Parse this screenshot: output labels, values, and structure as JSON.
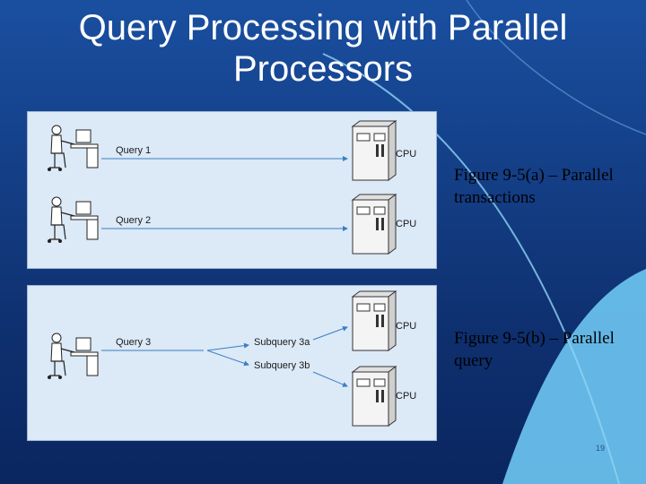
{
  "slide": {
    "title": "Query Processing with Parallel Processors",
    "page_number": "19"
  },
  "figure_a": {
    "caption": "Figure 9-5(a) – Parallel transactions",
    "query_1": "Query 1",
    "query_2": "Query 2",
    "cpu_1": "CPU",
    "cpu_2": "CPU"
  },
  "figure_b": {
    "caption": "Figure 9-5(b) – Parallel query",
    "query_3": "Query 3",
    "subquery_a": "Subquery 3a",
    "subquery_b": "Subquery 3b",
    "cpu_1": "CPU",
    "cpu_2": "CPU"
  },
  "colors": {
    "background": "#1a4fa0",
    "panel": "#dce9f7",
    "arrow": "#3a7fc0",
    "accent_light": "#6ec6f2"
  }
}
